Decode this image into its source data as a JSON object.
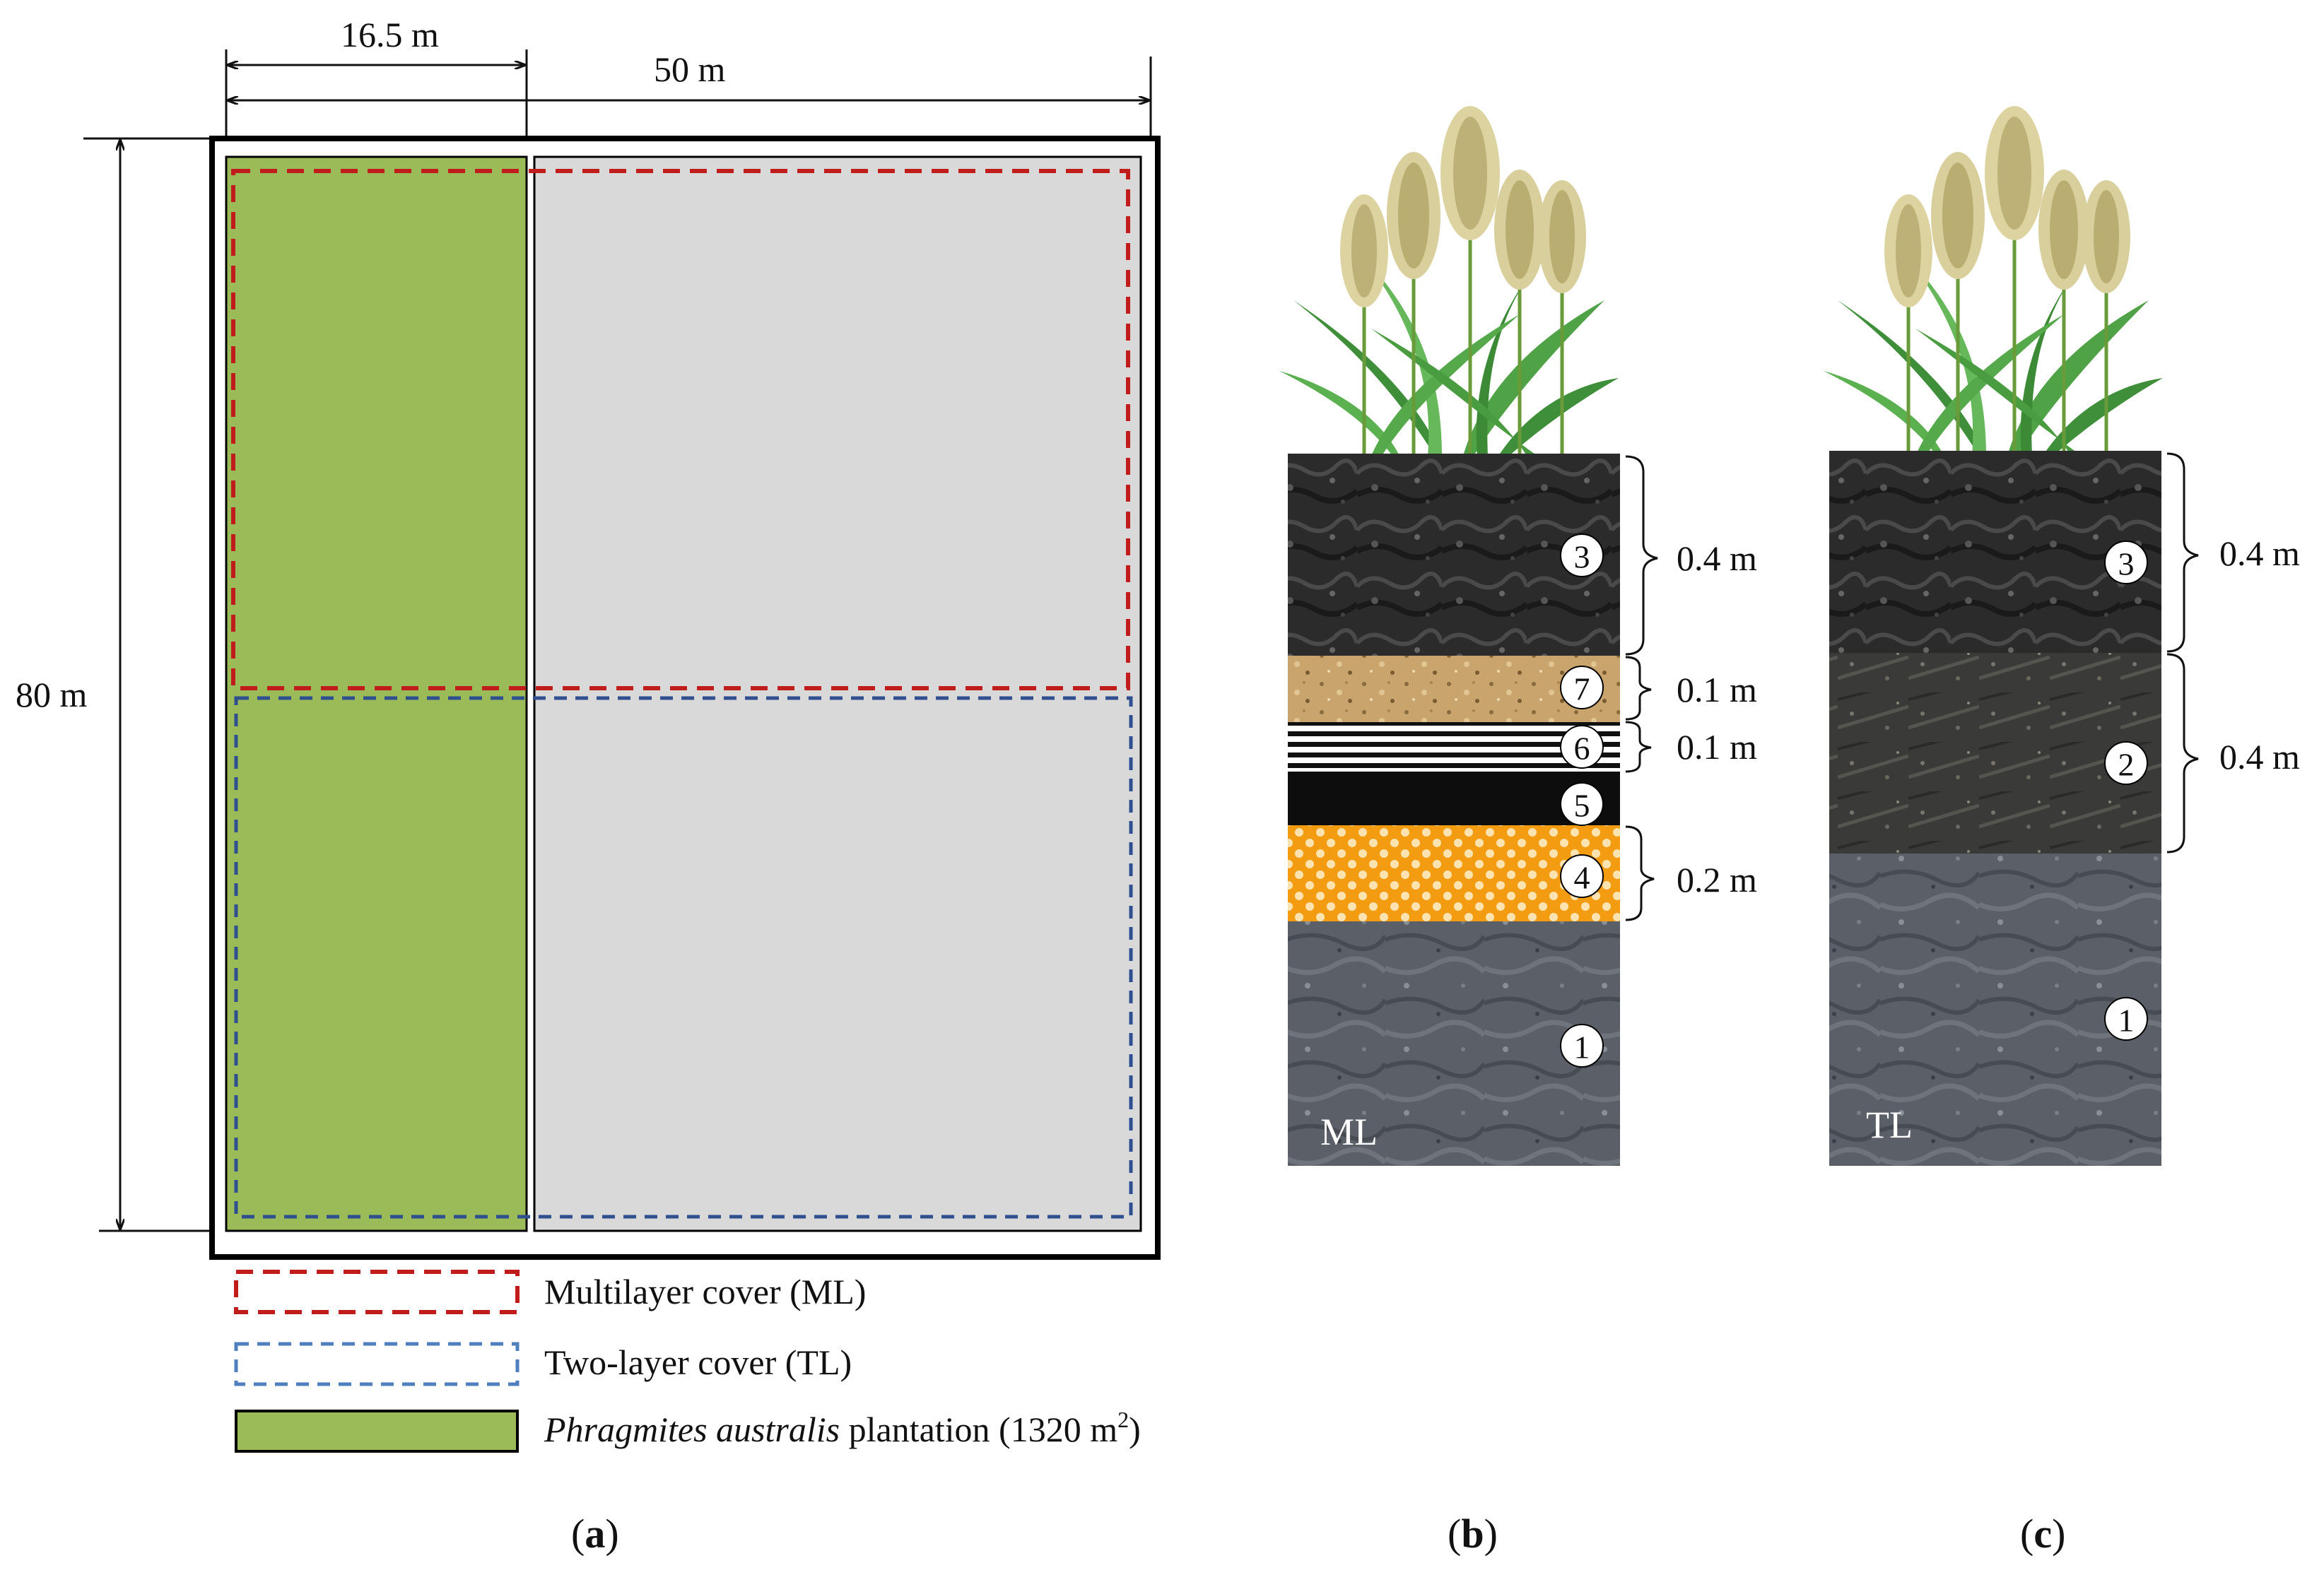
{
  "panel_a": {
    "dim_width_plantation": "16.5 m",
    "dim_width_total": "50 m",
    "dim_height": "80 m",
    "caption": "(a)",
    "legend": [
      {
        "label": "Multilayer cover (ML)",
        "style": "dashed",
        "color": "#c01c1c"
      },
      {
        "label": "Two-layer cover (TL)",
        "style": "dashed",
        "color": "#4f7fbf"
      },
      {
        "label_italic": "Phragmites australis",
        "label_rest": " plantation (1320 m",
        "label_sup": "2",
        "label_close": ")",
        "style": "fill",
        "color": "#9bbb59"
      }
    ]
  },
  "panel_b": {
    "tag": "ML",
    "caption": "(b)",
    "layers": [
      {
        "number": "3"
      },
      {
        "number": "7"
      },
      {
        "number": "6"
      },
      {
        "number": "5"
      },
      {
        "number": "4"
      },
      {
        "number": "1"
      }
    ],
    "thicknesses": [
      "0.4 m",
      "0.1 m",
      "0.1 m",
      "0.2 m"
    ]
  },
  "panel_c": {
    "tag": "TL",
    "caption": "(c)",
    "layers": [
      {
        "number": "3"
      },
      {
        "number": "2"
      },
      {
        "number": "1"
      }
    ],
    "thicknesses": [
      "0.4 m",
      "0.4 m"
    ]
  },
  "colors": {
    "plantation": "#9bbb59",
    "grey_area": "#d9d9d9",
    "ml_dash": "#c01c1c",
    "tl_dash": "#2f4f8f",
    "orange_layer": "#f39c12"
  }
}
